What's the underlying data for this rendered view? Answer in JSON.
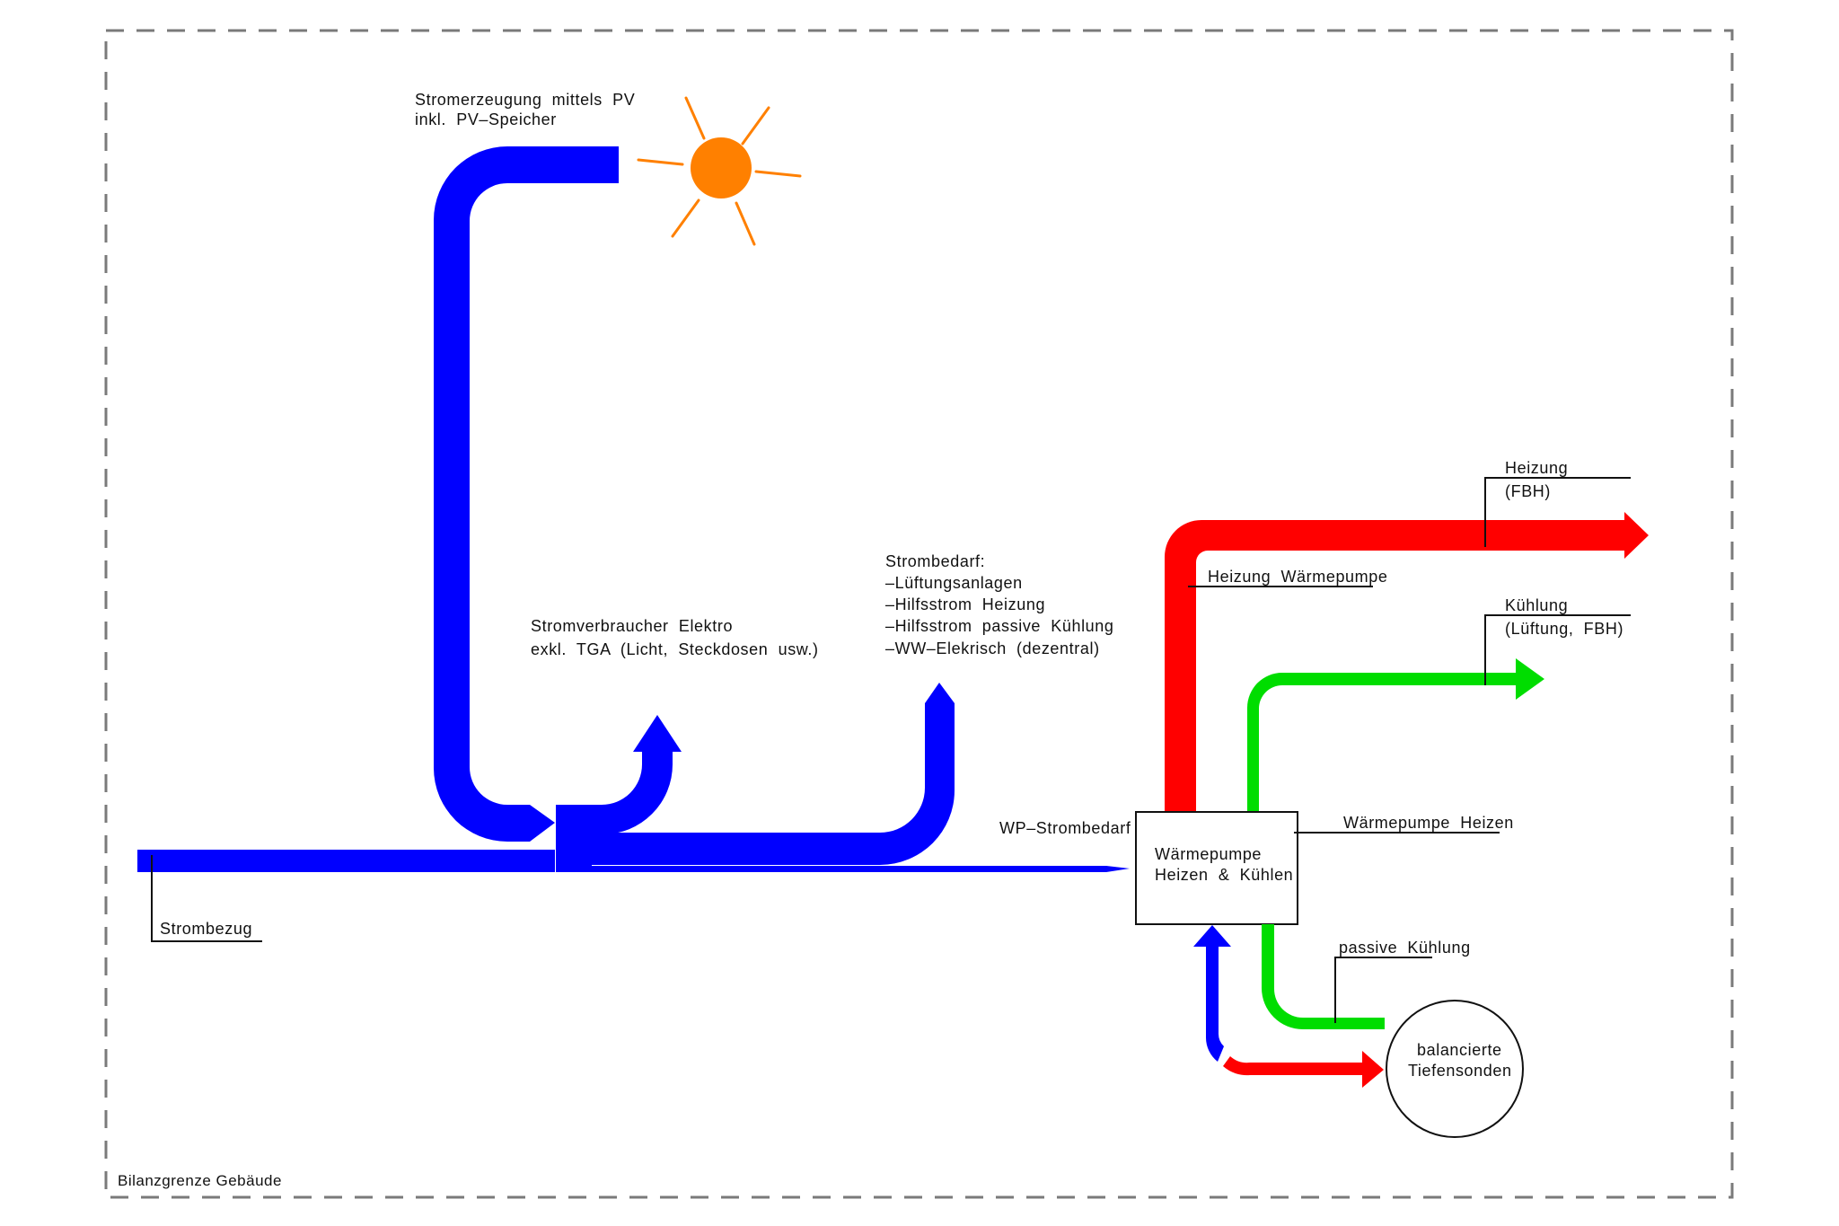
{
  "diagram": {
    "title": "Energiefluss Gebäude",
    "colors": {
      "electricity": "#0000ff",
      "heating": "#ff0000",
      "cooling": "#00dd00",
      "sun": "#ff8000",
      "border": "#7a7a7a",
      "text": "#111111"
    },
    "boundary_label": "Bilanzgrenze Gebäude",
    "pv": {
      "lines": [
        "Stromerzeugung  mittels  PV",
        "inkl.  PV–Speicher"
      ],
      "icon": "sun-icon"
    },
    "grid_supply": {
      "label": "Strombezug"
    },
    "consumers": {
      "lines": [
        "Stromverbraucher  Elektro",
        "exkl.  TGA  (Licht,  Steckdosen  usw.)"
      ]
    },
    "demand": {
      "lines": [
        "Strombedarf:",
        "–Lüftungsanlagen",
        "–Hilfsstrom  Heizung",
        "–Hilfsstrom  passive  Kühlung",
        "–WW–Elekrisch  (dezentral)"
      ]
    },
    "hp_power": {
      "label": "WP–Strombedarf"
    },
    "heat_pump": {
      "lines": [
        "Wärmepumpe",
        "Heizen  &  Kühlen"
      ]
    },
    "hp_heating_label": "Wärmepumpe  Heizen",
    "heating_hp_label": "Heizung  Wärmepumpe",
    "heating_out": {
      "lines": [
        "Heizung",
        "(FBH)"
      ]
    },
    "cooling_out": {
      "lines": [
        "Kühlung",
        "(Lüftung,  FBH)"
      ]
    },
    "passive_cooling_label": "passive  Kühlung",
    "ground_probes": {
      "lines": [
        "balancierte",
        "Tiefensonden"
      ]
    }
  }
}
